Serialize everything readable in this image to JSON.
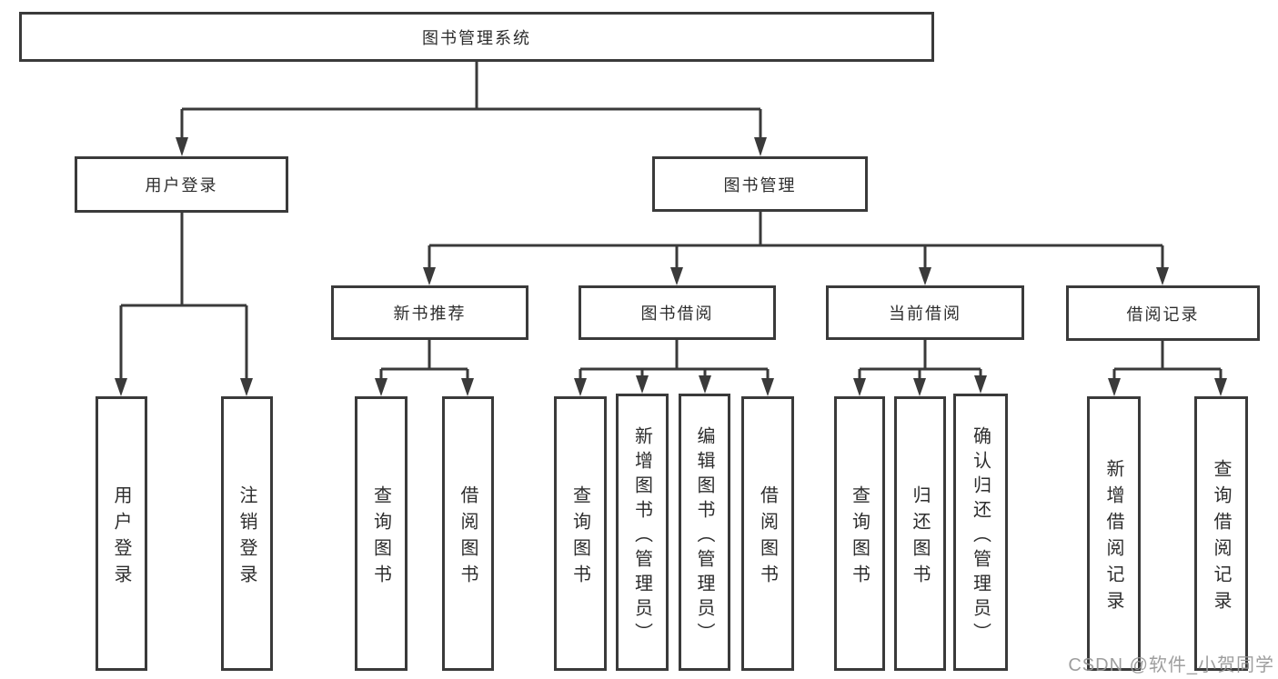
{
  "diagram_title": "图书管理系统",
  "tree": {
    "label": "图书管理系统",
    "children": [
      {
        "label": "用户登录",
        "children": [
          {
            "label": "用户登录"
          },
          {
            "label": "注销登录"
          }
        ]
      },
      {
        "label": "图书管理",
        "children": [
          {
            "label": "新书推荐",
            "children": [
              {
                "label": "查询图书"
              },
              {
                "label": "借阅图书"
              }
            ]
          },
          {
            "label": "图书借阅",
            "children": [
              {
                "label": "查询图书"
              },
              {
                "label": "新增图书（管理员）"
              },
              {
                "label": "编辑图书（管理员）"
              },
              {
                "label": "借阅图书"
              }
            ]
          },
          {
            "label": "当前借阅",
            "children": [
              {
                "label": "查询图书"
              },
              {
                "label": "归还图书"
              },
              {
                "label": "确认归还（管理员）"
              }
            ]
          },
          {
            "label": "借阅记录",
            "children": [
              {
                "label": "新增借阅记录"
              },
              {
                "label": "查询借阅记录"
              }
            ]
          }
        ]
      }
    ]
  },
  "watermark": {
    "text": "CSDN @软件_小贺同学"
  },
  "colors": {
    "line": "#3a3a3a",
    "box_border": "#3a3a3a",
    "text": "#2d2d2d",
    "watermark": "#969696",
    "background": "#ffffff"
  }
}
